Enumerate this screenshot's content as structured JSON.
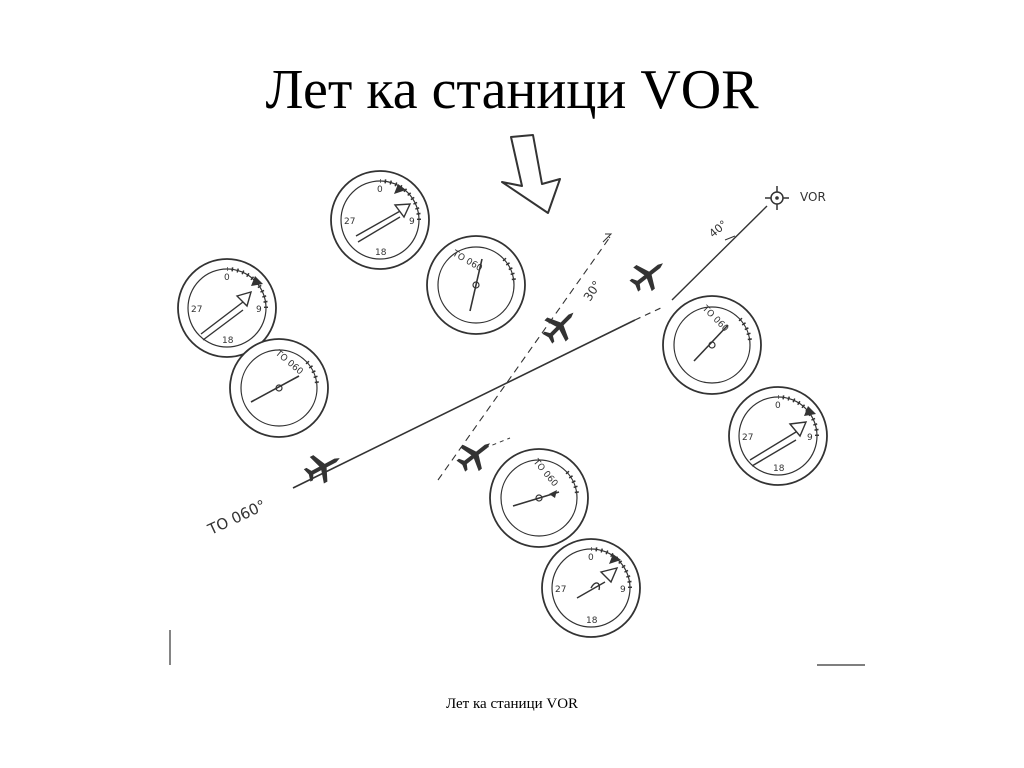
{
  "title": "Лет ка станици VOR",
  "caption": "Лет ка станици VOR",
  "diagram": {
    "station_label": "VOR",
    "course_label": "TO 060°",
    "intercept_angle_1": "30°",
    "intercept_angle_2": "40°",
    "vor_heads": [
      {
        "id": "vor-a",
        "label": "TO 060"
      },
      {
        "id": "vor-b",
        "label": "TO 060"
      },
      {
        "id": "vor-c",
        "label": "TO 060"
      },
      {
        "id": "vor-d",
        "label": "TO 060"
      }
    ],
    "heading_indicators": [
      {
        "id": "hi-a",
        "n": "0",
        "e": "9",
        "s": "18",
        "w": "27"
      },
      {
        "id": "hi-b",
        "n": "0",
        "e": "9",
        "s": "18",
        "w": "27"
      },
      {
        "id": "hi-c",
        "n": "0",
        "e": "9",
        "s": "18",
        "w": "27"
      },
      {
        "id": "hi-d",
        "n": "0",
        "e": "9",
        "s": "18",
        "w": "27"
      }
    ],
    "colors": {
      "ink": "#333333",
      "background": "#ffffff"
    }
  }
}
